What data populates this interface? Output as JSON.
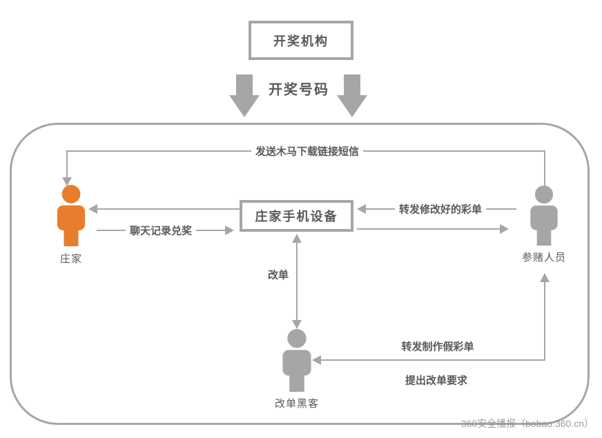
{
  "diagram": {
    "nodes": {
      "lottery_agency": "开奖机构",
      "banker_device": "庄家手机设备"
    },
    "actors": {
      "banker": "庄家",
      "gambler": "参赌人员",
      "hacker": "改单黑客"
    },
    "edges": {
      "lottery_number": "开奖号码",
      "trojan_sms": "发送木马下载链接短信",
      "chat_redeem": "聊天记录兑奖",
      "forward_modified_ticket": "转发修改好的彩单",
      "change_order": "改单",
      "forward_fake_ticket": "转发制作假彩单",
      "request_change_order": "提出改单要求"
    },
    "watermark": "360安全播报（bobao.360.cn）"
  },
  "colors": {
    "line_gray": "#a6a6a6",
    "text_gray": "#595959",
    "banker_orange": "#e87e2d",
    "actor_gray": "#a6a6a6",
    "watermark_gray": "#8c8c8c"
  }
}
